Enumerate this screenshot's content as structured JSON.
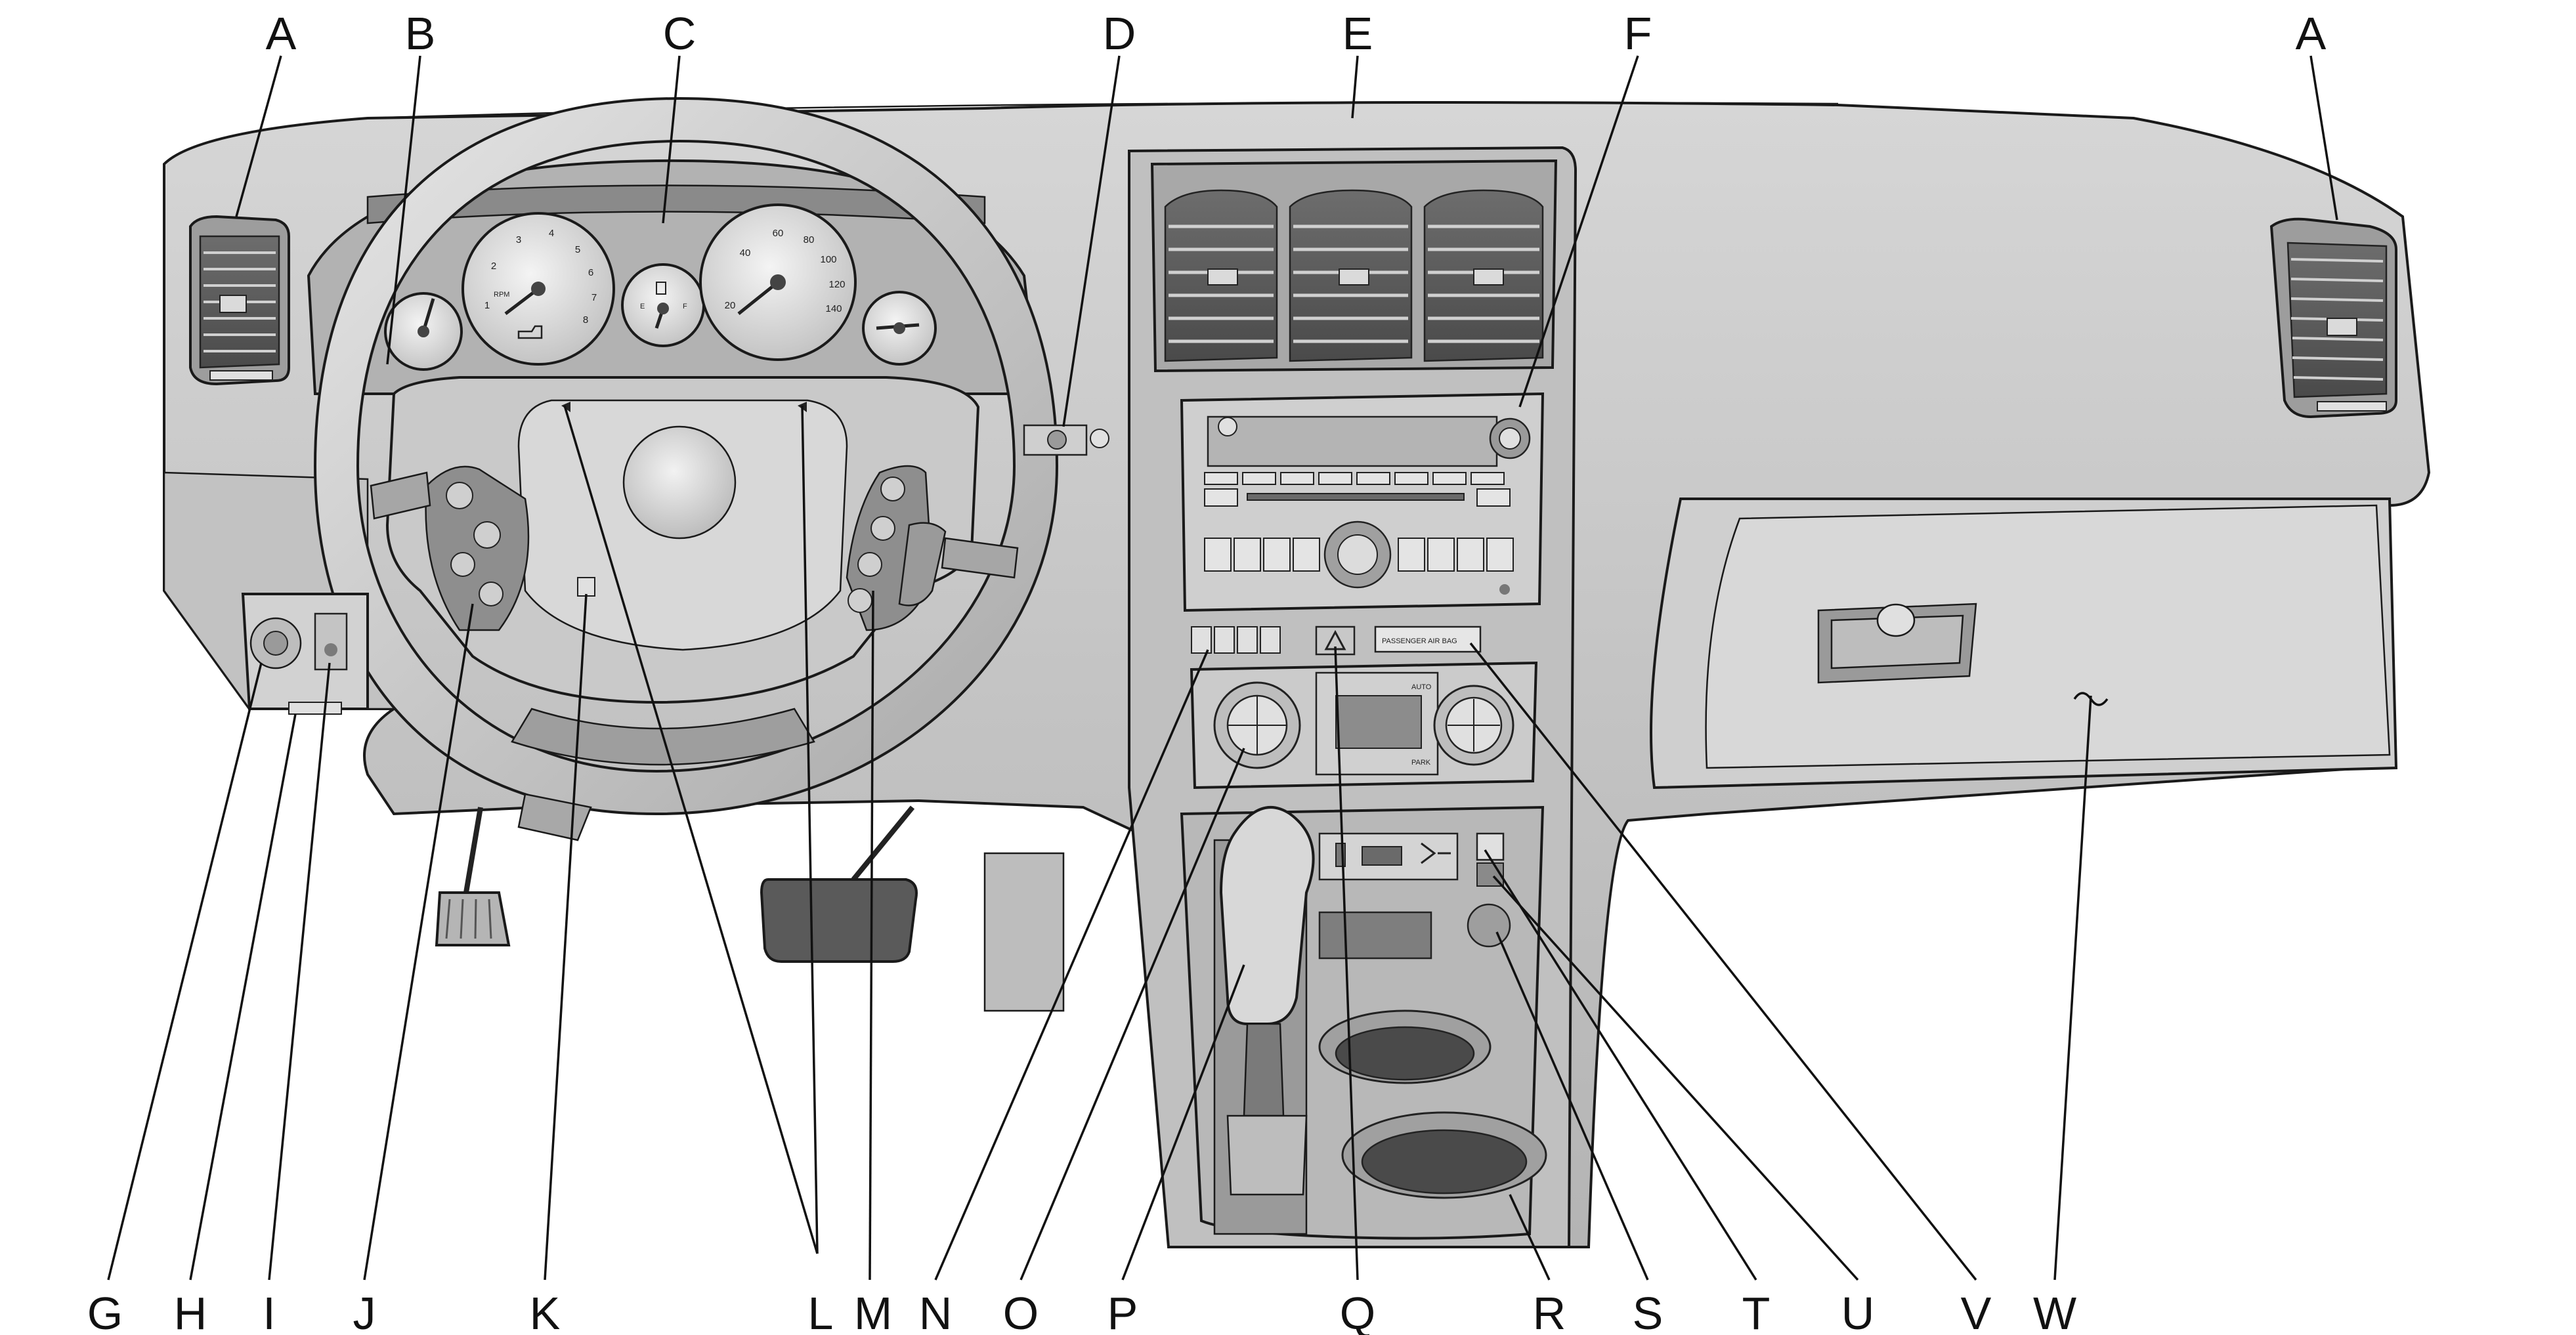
{
  "callouts": {
    "A": "A",
    "B": "B",
    "C": "C",
    "D": "D",
    "E": "E",
    "F": "F",
    "G": "G",
    "H": "H",
    "I": "I",
    "J": "J",
    "K": "K",
    "L": "L",
    "M": "M",
    "N": "N",
    "O": "O",
    "P": "P",
    "Q": "Q",
    "R": "R",
    "S": "S",
    "T": "T",
    "U": "U",
    "V": "V",
    "W": "W"
  },
  "tachometer": {
    "unit": "RPM",
    "scale": [
      "1",
      "2",
      "3",
      "4",
      "5",
      "6",
      "7",
      "8"
    ]
  },
  "speedometer": {
    "scale": [
      "20",
      "40",
      "60",
      "80",
      "100",
      "120",
      "140"
    ]
  },
  "fuel_gauge": {
    "empty": "E",
    "full": "F"
  },
  "airbag_display": {
    "text": "PASSENGER AIR BAG"
  },
  "climate_display": {
    "auto": "AUTO",
    "park": "PARK"
  },
  "colors": {
    "ink": "#111111",
    "dash_fill": "#c8c8c8",
    "light_fill": "#e4e4e4",
    "dark_fill": "#8e8e8e",
    "background": "#ffffff"
  }
}
